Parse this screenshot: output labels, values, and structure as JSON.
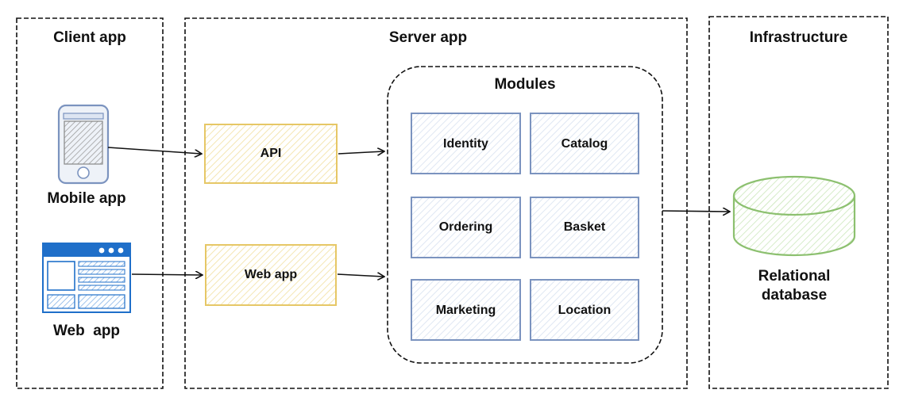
{
  "client_group": {
    "title": "Client app",
    "mobile_label": "Mobile app",
    "web_label": "Web  app"
  },
  "server_group": {
    "title": "Server app",
    "api_label": "API",
    "webapp_label": "Web app"
  },
  "modules_group": {
    "title": "Modules",
    "items": [
      "Identity",
      "Catalog",
      "Ordering",
      "Basket",
      "Marketing",
      "Location"
    ]
  },
  "infrastructure_group": {
    "title": "Infrastructure",
    "db_label_line1": "Relational",
    "db_label_line2": "database"
  },
  "colors": {
    "api_box": "#e6c766",
    "module_box": "#7b93bf",
    "database": "#8cc06f",
    "web_icon": "#1f6fc9",
    "mobile_icon": "#7b93bf"
  }
}
